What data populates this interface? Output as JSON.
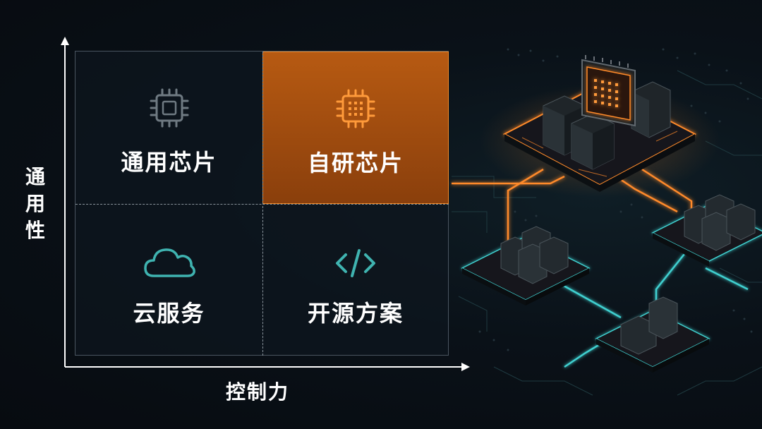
{
  "matrix": {
    "y_axis_label": "通用性",
    "x_axis_label": "控制力",
    "quadrants": [
      {
        "label": "通用芯片",
        "icon": "chip-icon"
      },
      {
        "label": "自研芯片",
        "icon": "chip-icon",
        "highlighted": true
      },
      {
        "label": "云服务",
        "icon": "cloud-icon"
      },
      {
        "label": "开源方案",
        "icon": "code-icon"
      }
    ]
  },
  "colors": {
    "highlight": "#c2621a",
    "orange_glow": "#ff8a2a",
    "cyan_glow": "#3fd0d0",
    "icon_gray": "#6f7a82",
    "icon_teal": "#3fb3b0"
  }
}
